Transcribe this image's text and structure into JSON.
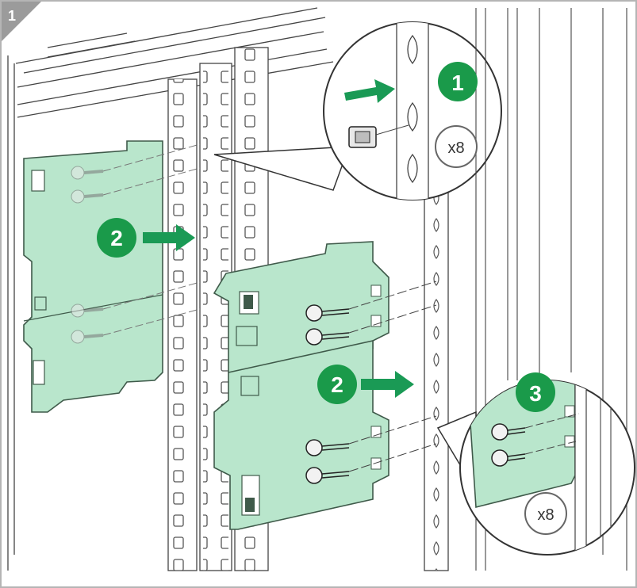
{
  "corner_tag": "1",
  "steps": {
    "insert_nuts": "1",
    "fit_bracket_left": "2",
    "fit_bracket_right": "2",
    "tighten_screws": "3"
  },
  "quantities": {
    "cage_nuts": "x8",
    "screws": "x8"
  },
  "colors": {
    "step_green": "#1a9a4a",
    "arrow_green": "#1a9a55",
    "bracket_fill": "#b9e6cc",
    "bracket_stroke": "#3f5a4a",
    "line_gray": "#5a5a5a",
    "corner_tag_gray": "#9b9b9b",
    "border_gray": "#b5b5b5"
  },
  "icons": {
    "arrow": "right-arrow-icon",
    "screw": "hex-screw-icon",
    "cage_nut": "cage-nut-icon",
    "magnifier": "detail-callout-circle"
  }
}
